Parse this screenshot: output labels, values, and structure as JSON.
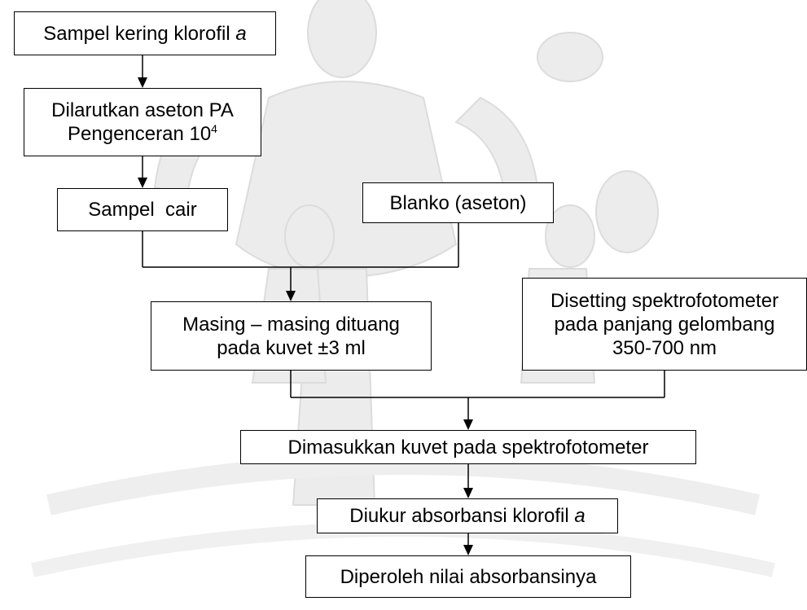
{
  "watermark": {
    "colors": {
      "tint": "#e9e9e9",
      "stroke": "#d8d8d8"
    }
  },
  "flowchart": {
    "start": {
      "text": "Sampel kering klorofil ",
      "italic": "a"
    },
    "dissolve": {
      "line1": "Dilarutkan aseton PA",
      "line2": "Pengenceran 10",
      "exponent": "4"
    },
    "liquid_sample": {
      "text": "Sampel  cair"
    },
    "blank": {
      "text": "Blanko (aseton)"
    },
    "pour": {
      "line1": "Masing – masing dituang",
      "line2": "pada kuvet ±3 ml"
    },
    "setting": {
      "line1": "Disetting spektrofotometer",
      "line2": "pada panjang gelombang",
      "line3": "350-700 nm"
    },
    "insert": {
      "text": "Dimasukkan kuvet pada spektrofotometer"
    },
    "measure": {
      "text": "Diukur absorbansi klorofil ",
      "italic": "a"
    },
    "result": {
      "text": "Diperoleh nilai absorbansinya"
    }
  }
}
